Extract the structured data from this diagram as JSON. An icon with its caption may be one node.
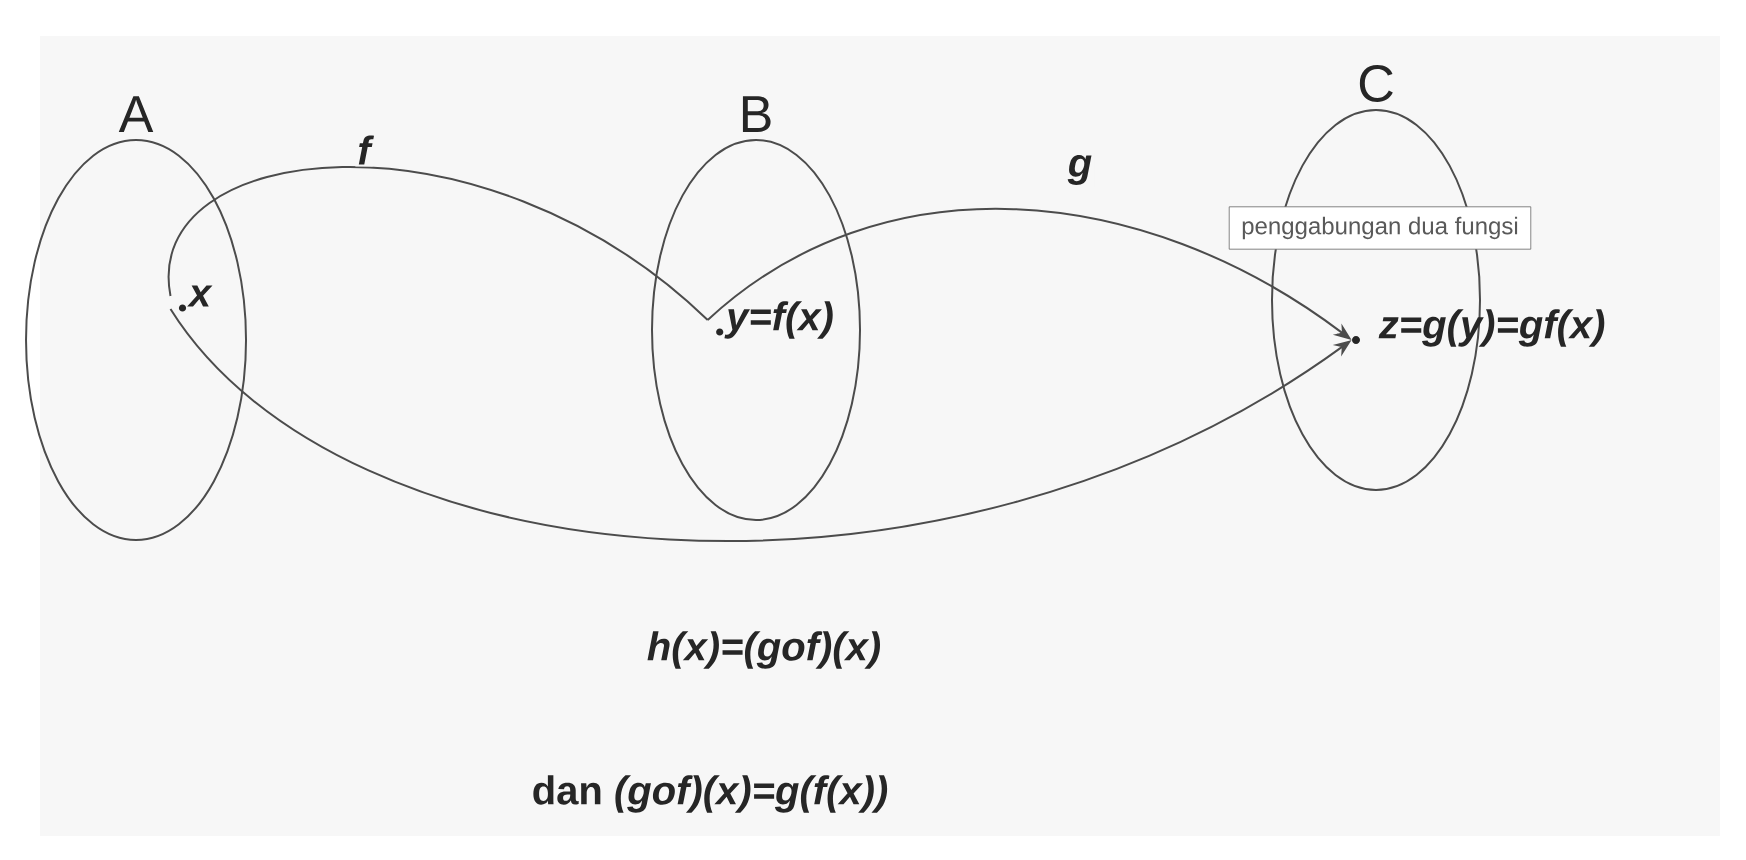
{
  "diagram": {
    "nodes": [
      {
        "text": [
          "A"
        ]
      },
      {
        "text": [
          "x"
        ],
        "in": 0
      },
      {
        "text": [
          "B"
        ]
      },
      {
        "text": [
          "y=f(x)"
        ],
        "in": 2
      },
      {
        "text": [
          "C"
        ]
      },
      {
        "text": [],
        "shape": "circle",
        "in": 4,
        "beside": [
          "z=g(y)=gf(x)"
        ]
      },
      {
        "text": [
          "penggabungan dua fungsi"
        ]
      }
    ],
    "edges": [
      {
        "from": 1,
        "to": 3,
        "arrow": "none",
        "label": "f"
      },
      {
        "from": 3,
        "to": 5,
        "arrow": "to",
        "label": "g"
      },
      {
        "from": 1,
        "to": 5,
        "arrow": "to",
        "label": "h(x)=(gof)(x)"
      }
    ],
    "labels": [
      "dan *(gof)(x)=g(f(x))*"
    ]
  }
}
